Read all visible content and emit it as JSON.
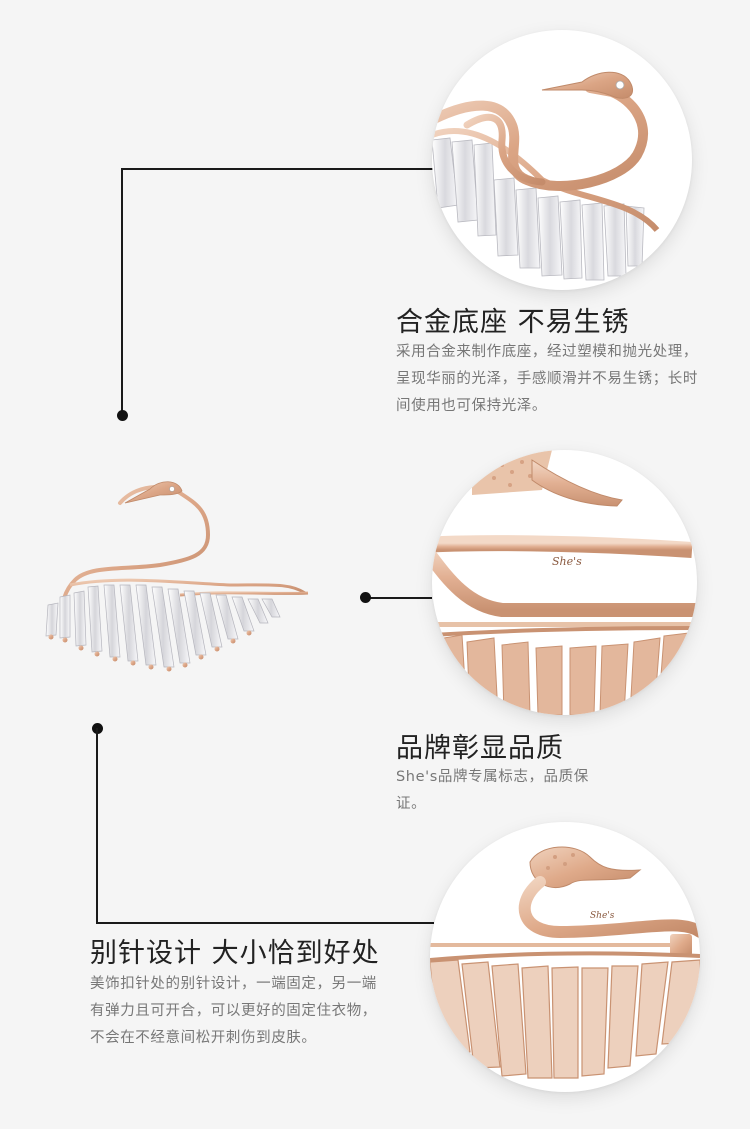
{
  "sections": [
    {
      "heading": "合金底座  不易生锈",
      "description": "采用合金来制作底座，经过塑模和抛光处理，呈现华丽的光泽，手感顺滑并不易生锈；长时间使用也可保持光泽。"
    },
    {
      "heading": "品牌彰显品质",
      "description": "She's品牌专属标志，品质保证。",
      "engraving": "She's"
    },
    {
      "heading": "别针设计 大小恰到好处",
      "description": "美饰扣针处的别针设计，一端固定，另一端有弹力且可开合，可以更好的固定住衣物，不会在不经意间松开刺伤到皮肤。",
      "engraving": "She's"
    }
  ],
  "colors": {
    "rose_gold": "#e3b69a",
    "rose_gold_dark": "#c9906f",
    "crystal": "#f2f2f4",
    "background": "#f5f5f5",
    "line": "#1a1a1a"
  }
}
